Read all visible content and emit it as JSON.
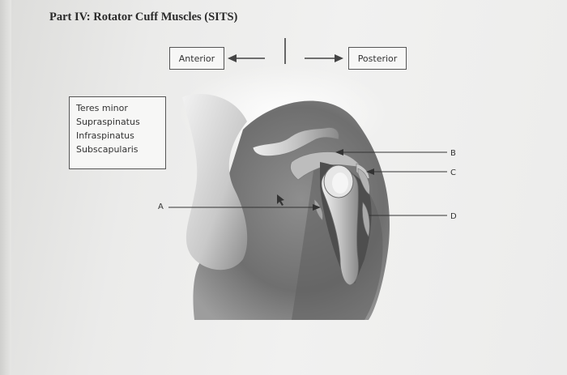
{
  "title": "Part IV: Rotator Cuff Muscles (SITS)",
  "orientation": {
    "anterior_label": "Anterior",
    "posterior_label": "Posterior"
  },
  "word_bank": [
    "Teres minor",
    "Supraspinatus",
    "Infraspinatus",
    "Subscapularis"
  ],
  "callouts": {
    "a": "A",
    "b": "B",
    "c": "C",
    "d": "D"
  }
}
